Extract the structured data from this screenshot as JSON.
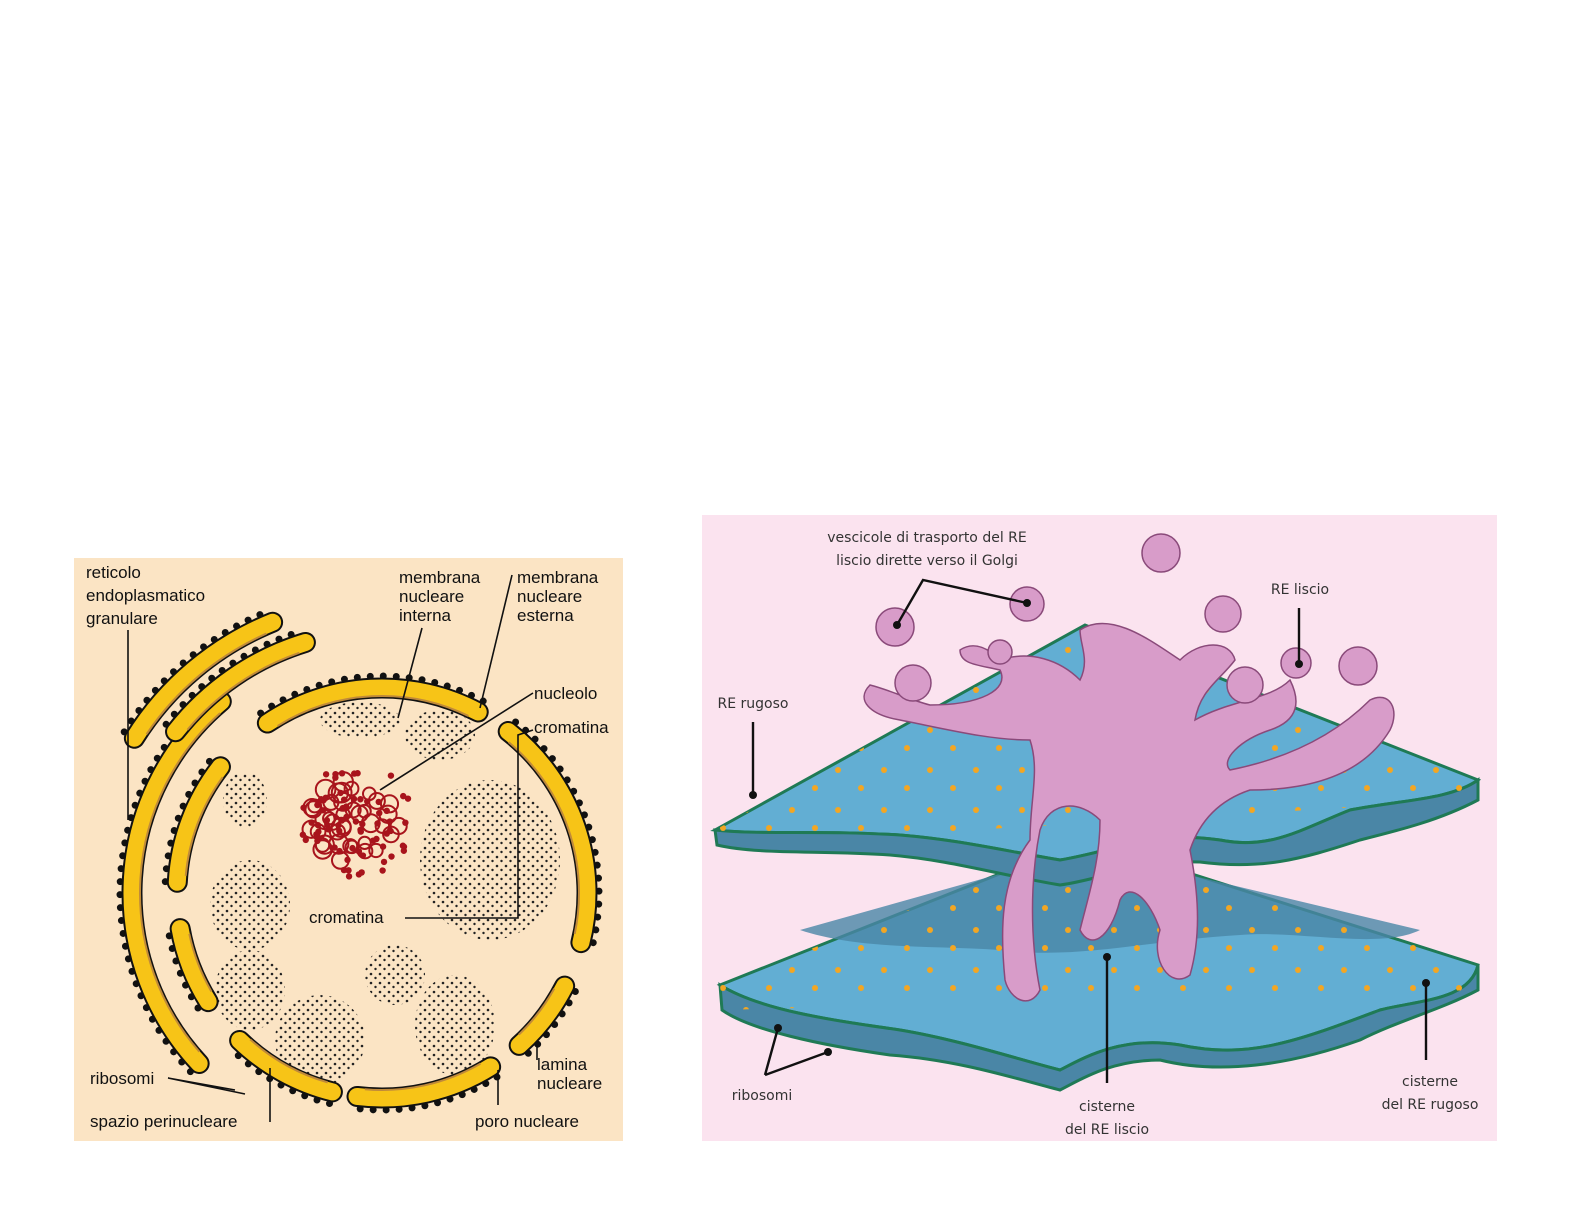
{
  "nucleus_diagram": {
    "labels": {
      "rer_1": "reticolo",
      "rer_2": "endoplasmatico",
      "rer_3": "granulare",
      "inner_1": "membrana",
      "inner_2": "nucleare",
      "inner_3": "interna",
      "outer_1": "membrana",
      "outer_2": "nucleare",
      "outer_3": "esterna",
      "nucleolus": "nucleolo",
      "chromatin_right": "cromatina",
      "chromatin_center": "cromatina",
      "ribosomes": "ribosomi",
      "perinuclear": "spazio perinucleare",
      "lamina_1": "lamina",
      "lamina_2": "nucleare",
      "pore": "poro nucleare"
    },
    "colors": {
      "background": "#fbe4c4",
      "membrane": "#f7c417",
      "nucleolus": "#a8141c"
    }
  },
  "er_diagram": {
    "labels": {
      "vesicles_1": "vescicole di trasporto del RE",
      "vesicles_2": "liscio dirette verso il Golgi",
      "smooth_er": "RE liscio",
      "rough_er": "RE rugoso",
      "ribosomes": "ribosomi",
      "smooth_cisternae_1": "cisterne",
      "smooth_cisternae_2": "del RE liscio",
      "rough_cisternae_1": "cisterne",
      "rough_cisternae_2": "del RE rugoso"
    },
    "colors": {
      "background": "#fbe3ef",
      "sheet": "#62aed3",
      "sheet_dark": "#4a86a6",
      "smooth": "#d89cc9",
      "edge": "#1f7a55",
      "ribosome": "#f2a623"
    }
  }
}
